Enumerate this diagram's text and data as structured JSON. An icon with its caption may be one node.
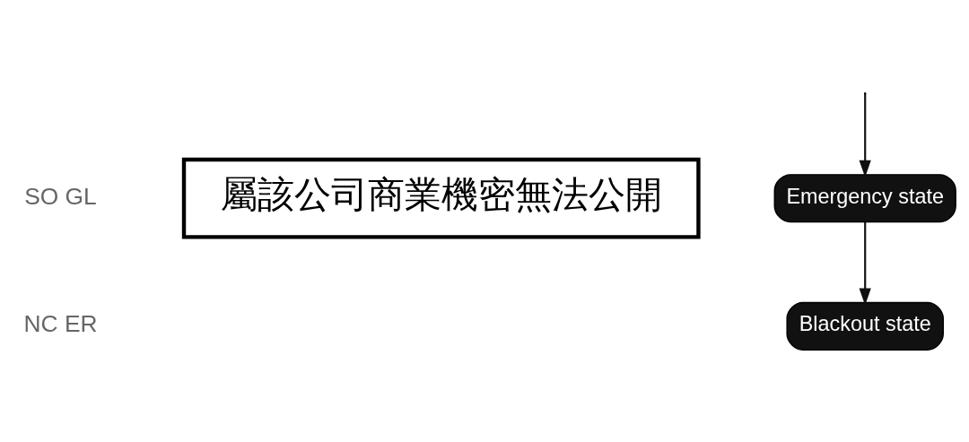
{
  "diagram": {
    "nodes": [
      {
        "text": [
          "屬該公司商業機密無法公開"
        ]
      },
      {
        "text": [
          "Emergency state"
        ]
      },
      {
        "text": [
          "Blackout state"
        ]
      }
    ],
    "edges": [
      {
        "from": null,
        "to": 1,
        "arrow": "to"
      },
      {
        "from": 1,
        "to": 2,
        "arrow": "to"
      }
    ],
    "labels": [
      "SO GL",
      "NC ER"
    ]
  }
}
